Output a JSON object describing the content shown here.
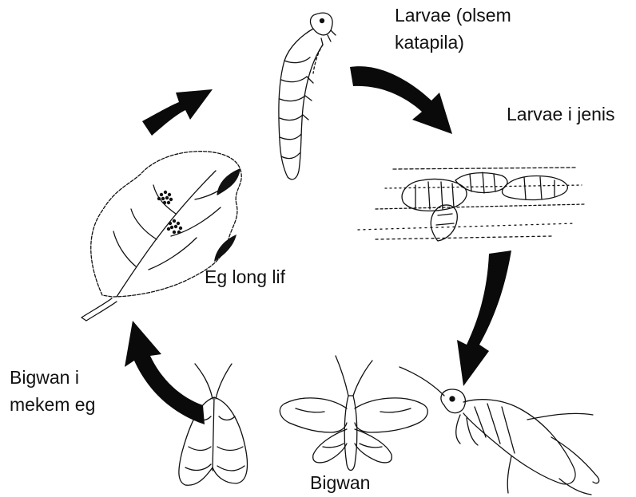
{
  "stages": {
    "larvae": {
      "line1": "Larvae (olsem",
      "line2": "katapila)"
    },
    "pupa": {
      "label": "Larvae i jenis"
    },
    "eggs": {
      "label": "Eg long lif"
    },
    "adult": {
      "label": "Bigwan"
    },
    "laying": {
      "line1": "Bigwan i",
      "line2": "mekem eg"
    }
  },
  "colors": {
    "ink": "#111111",
    "arrow": "#0a0a0a",
    "paper": "#ffffff"
  }
}
